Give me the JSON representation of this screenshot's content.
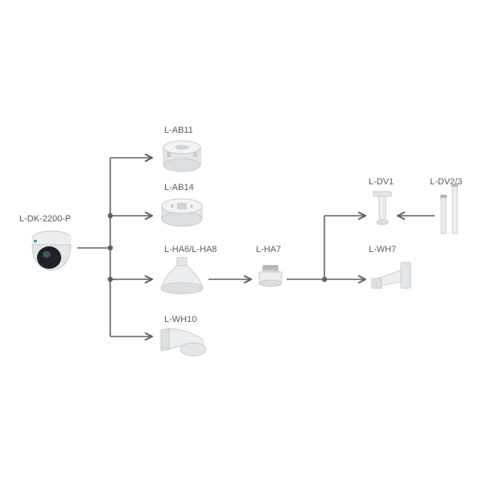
{
  "labels": {
    "camera": "L-DK-2200-P",
    "ab11": "L-AB11",
    "ab14": "L-AB14",
    "ha6": "L-HA6/L-HA8",
    "wh10": "L-WH10",
    "ha7": "L-HA7",
    "dv1": "L-DV1",
    "dv23": "L-DV2/3",
    "wh7": "L-WH7"
  },
  "colors": {
    "line": "#5a6269",
    "label": "#555a5e",
    "device": "#eceeef",
    "device_shade": "#c9ccce",
    "camera_lens": "#1d2227"
  },
  "icons": {
    "camera": "dome-camera-icon",
    "ab11": "junction-box-icon",
    "ab14": "junction-box-icon",
    "ha6": "pendant-adapter-icon",
    "wh10": "wall-bracket-icon",
    "ha7": "adapter-ring-icon",
    "dv1": "pendant-mount-icon",
    "dv23": "extension-pole-icon",
    "wh7": "wall-mount-icon"
  }
}
